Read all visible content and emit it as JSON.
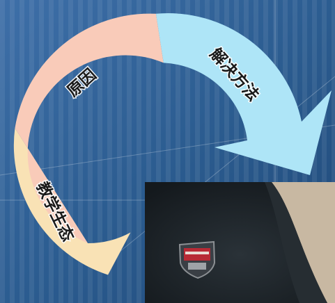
{
  "diagram": {
    "segments": [
      {
        "id": "seg-1",
        "label": "教学生态",
        "color": "#F9E2B5"
      },
      {
        "id": "seg-2",
        "label": "原因",
        "color": "#F9CBB9"
      },
      {
        "id": "seg-3",
        "label": "解决方法",
        "color": "#AEE5F7"
      }
    ]
  },
  "colors": {
    "background": "#2C5D91",
    "photo": "#1E252A",
    "badge": "#B82A35"
  }
}
